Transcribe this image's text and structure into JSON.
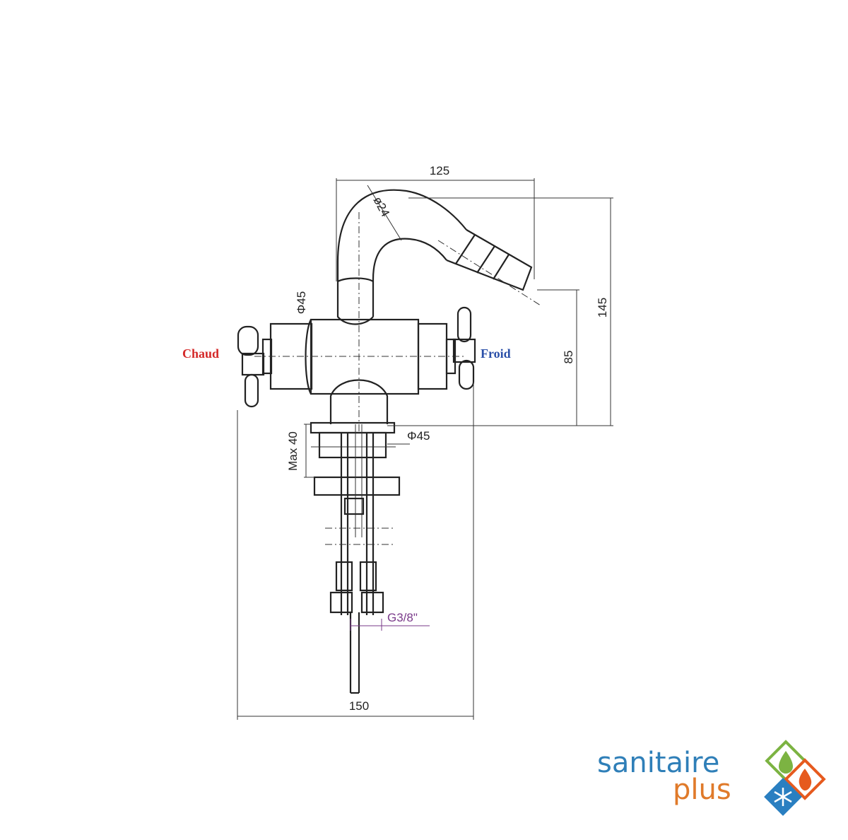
{
  "labels": {
    "hot": "Chaud",
    "cold": "Froid",
    "hot_color": "#d42a2a",
    "cold_color": "#2a4fa8"
  },
  "dimensions": {
    "spout_reach": "125",
    "spout_diameter": "ø24",
    "body_diameter": "Φ45",
    "height_total": "145",
    "height_outlet": "85",
    "base_diameter": "Φ45",
    "max_deck": "Max 40",
    "thread": "G3/8\"",
    "width_total": "150",
    "thread_color": "#7a3a8a"
  },
  "brand": {
    "line1": "sanitaire",
    "line2": "plus",
    "line1_color": "#2f7fb8",
    "line2_color": "#e07a2a",
    "icon": "water-drop-flame-snowflake-icon",
    "drop_color": "#7cb342",
    "flame_color": "#e65a1e",
    "snow_color": "#2a7fc1"
  }
}
